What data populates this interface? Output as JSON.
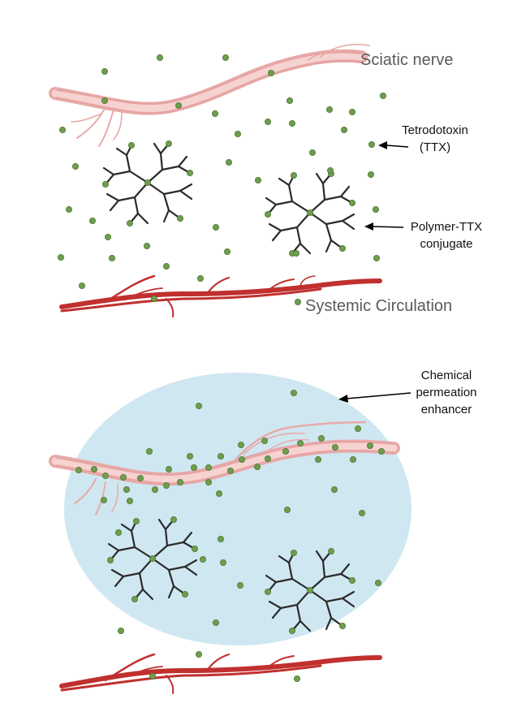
{
  "panels": [
    {
      "id": "without-enhancer",
      "nerve_label": "Sciatic nerve",
      "circulation_label": "Systemic Circulation",
      "ttx_label": {
        "line1": "Tetrodotoxin",
        "line2": "(TTX)"
      },
      "conjugate_label": {
        "line1": "Polymer-TTX",
        "line2": "conjugate"
      }
    },
    {
      "id": "with-enhancer",
      "enhancer_label": {
        "line1": "Chemical",
        "line2": "permeation",
        "line3": "enhancer"
      }
    }
  ],
  "colors": {
    "nerve_fill": "#f2c7c5",
    "nerve_stroke": "#e29d9b",
    "vessel": "#c0302e",
    "ttx_particle": "#6f9d4e",
    "polymer": "#2b2b2b",
    "enhancer_zone": "#cfe7f1",
    "label_gray": "#5a5a5a"
  }
}
